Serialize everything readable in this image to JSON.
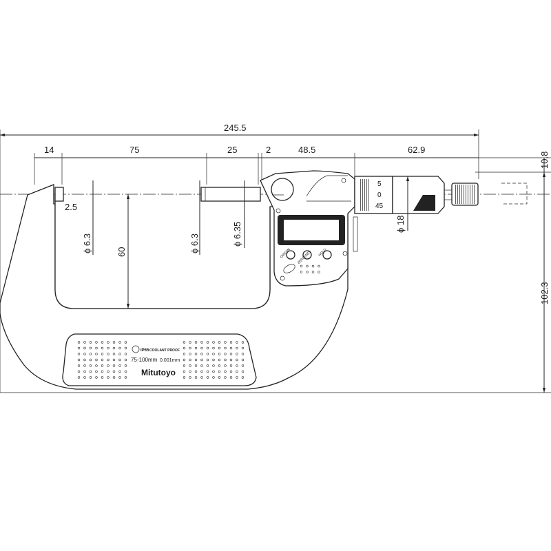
{
  "title": "Digital outside micrometer dimension drawing",
  "dimensions": {
    "overall_length": "245.5",
    "anvil_offset": "14",
    "frame_opening": "75",
    "spindle_length": "25",
    "gap": "2",
    "body_length": "48.5",
    "thimble_length": "62.9",
    "anvil_step": "2.5",
    "anvil_dia": "ϕ 6.3",
    "throat_depth": "60",
    "spindle_dia": "ϕ 6.3",
    "spindle_dia2": "ϕ 6.35",
    "thimble_dia": "ϕ 18",
    "top_offset": "10.8",
    "height": "102.3"
  },
  "thimble_scale": [
    "5",
    "0",
    "45"
  ],
  "buttons": [
    "ORIGIN",
    "ZERO/ABS",
    "HOLD"
  ],
  "nameplate": {
    "ip_rating": "IP65",
    "coolant": "COOLANT PROOF",
    "range": "75-100mm",
    "resolution": "0.001mm",
    "brand": "Mitutoyo"
  }
}
